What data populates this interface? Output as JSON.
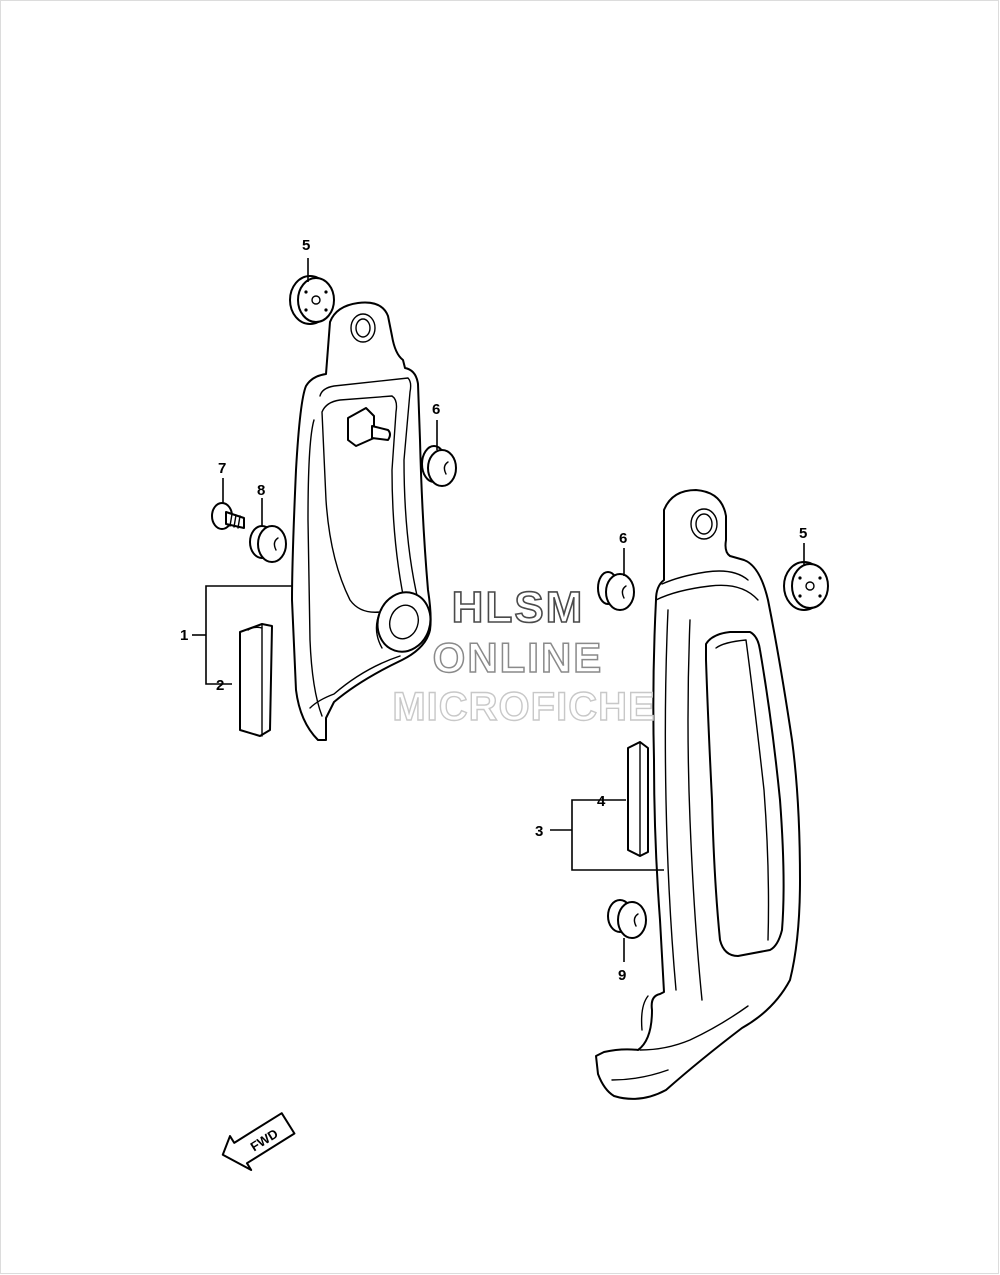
{
  "callouts": {
    "c1": "1",
    "c2": "2",
    "c3": "3",
    "c4": "4",
    "c5a": "5",
    "c5b": "5",
    "c6a": "6",
    "c6b": "6",
    "c7": "7",
    "c8": "8",
    "c9": "9"
  },
  "watermark": {
    "line1": "HLSM",
    "line2": "ONLINE",
    "line3": "MICROFICHE"
  },
  "fwd_label": "FWD"
}
